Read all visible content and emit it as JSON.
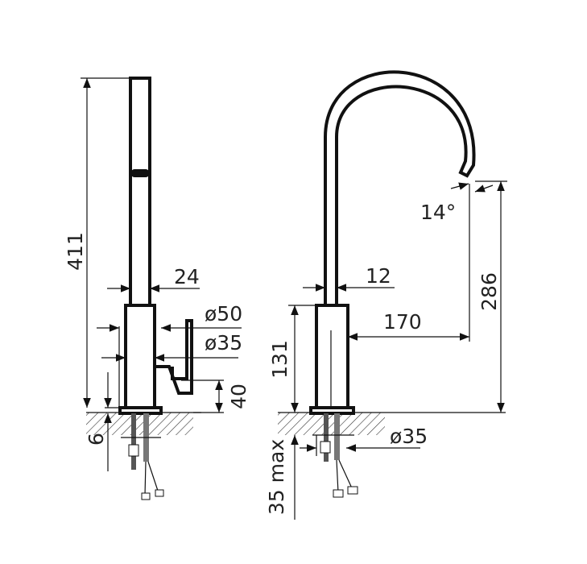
{
  "drawing": {
    "left_view": {
      "height_total": "411",
      "spout_width": "24",
      "body_diameter": "ø50",
      "base_diameter": "ø35",
      "handle_height": "40",
      "base_thickness": "6"
    },
    "right_view": {
      "spout_tube": "12",
      "body_height": "131",
      "reach": "170",
      "outlet_height": "286",
      "outlet_angle": "14°",
      "mount_diameter": "ø35",
      "counter_thickness": "35 max"
    },
    "colors": {
      "line": "#111111",
      "background": "#ffffff"
    }
  }
}
